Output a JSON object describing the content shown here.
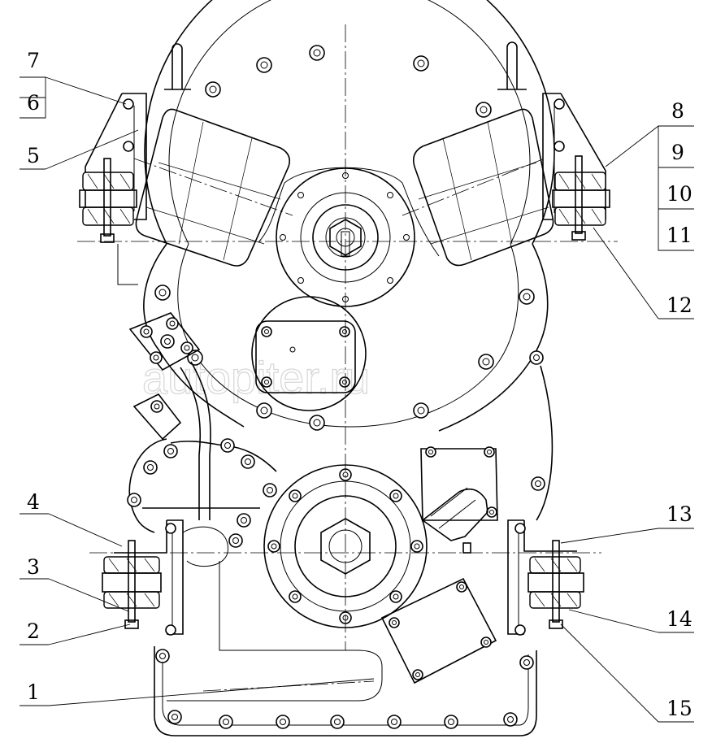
{
  "watermark": "autopiter.ru",
  "callouts": [
    {
      "id": "7",
      "label": "7"
    },
    {
      "id": "6",
      "label": "6"
    },
    {
      "id": "5",
      "label": "5"
    },
    {
      "id": "8",
      "label": "8"
    },
    {
      "id": "9",
      "label": "9"
    },
    {
      "id": "10",
      "label": "10"
    },
    {
      "id": "11",
      "label": "11"
    },
    {
      "id": "12",
      "label": "12"
    },
    {
      "id": "4",
      "label": "4"
    },
    {
      "id": "3",
      "label": "3"
    },
    {
      "id": "2",
      "label": "2"
    },
    {
      "id": "1",
      "label": "1"
    },
    {
      "id": "13",
      "label": "13"
    },
    {
      "id": "14",
      "label": "14"
    },
    {
      "id": "15",
      "label": "15"
    }
  ]
}
